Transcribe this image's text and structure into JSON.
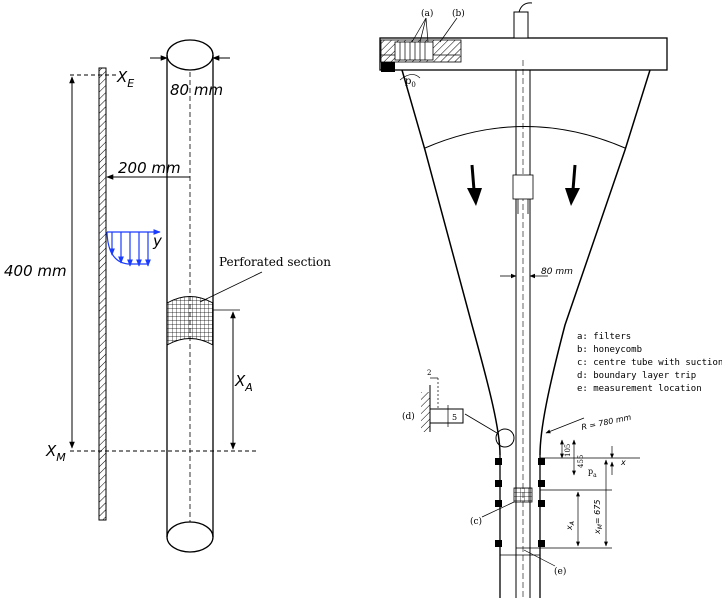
{
  "left_figure": {
    "xe_label": "X",
    "xe_sub": "E",
    "diameter_label": "80 mm",
    "distance_label": "200 mm",
    "length_label": "400 mm",
    "y_label": "y",
    "perforated_label": "Perforated section",
    "xa_label": "X",
    "xa_sub": "A",
    "xm_label": "X",
    "xm_sub": "M",
    "arrow_color": "#1a3cff"
  },
  "right_figure": {
    "label_a": "(a)",
    "label_b": "(b)",
    "p0_label": "p",
    "p0_sub": "0",
    "diameter_label": "80 mm",
    "legend": [
      "a: filters",
      "b: honeycomb",
      "c: centre tube with suction",
      "d: boundary layer trip",
      "e: measurement location"
    ],
    "d_label": "(d)",
    "dim_2": "2",
    "dim_5": "5",
    "radius_label": "R = 780 mm",
    "dim_105": "105",
    "dim_455": "455",
    "x_label": "x",
    "pa_label": "p",
    "pa_sub": "a",
    "xa_label": "x",
    "xa_sub": "A",
    "xm_text": "x",
    "xm_sub": "M",
    "xm_value": "= 675",
    "c_label": "(c)",
    "e_label": "(e)"
  }
}
